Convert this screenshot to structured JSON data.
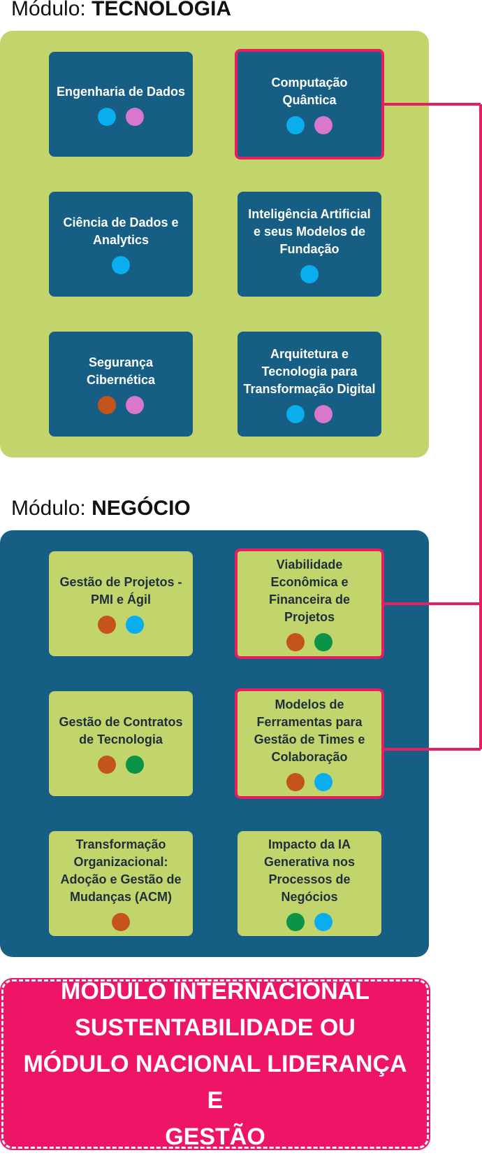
{
  "colors": {
    "tecnologia_panel": "#c2d56d",
    "negocio_panel": "#165e83",
    "highlight": "#e81e63",
    "international_box": "#ef1566",
    "dot_blue": "#0aaeef",
    "dot_pink": "#d977cc",
    "dot_orange": "#c4541a",
    "dot_green": "#0b9447"
  },
  "modules": [
    {
      "prefix": "Módulo: ",
      "name": "TECNOLOGIA",
      "courses": [
        {
          "label": "Engenharia de Dados",
          "dots": [
            "blue",
            "pink"
          ],
          "highlighted": false
        },
        {
          "label": "Computação Quântica",
          "dots": [
            "blue",
            "pink"
          ],
          "highlighted": true
        },
        {
          "label": "Ciência de Dados e Analytics",
          "dots": [
            "blue"
          ],
          "highlighted": false
        },
        {
          "label": "Inteligência Artificial e seus Modelos de Fundação",
          "dots": [
            "blue"
          ],
          "highlighted": false
        },
        {
          "label": "Segurança Cibernética",
          "dots": [
            "orange",
            "pink"
          ],
          "highlighted": false
        },
        {
          "label": "Arquitetura e Tecnologia para Transformação Digital",
          "dots": [
            "blue",
            "pink"
          ],
          "highlighted": false
        }
      ]
    },
    {
      "prefix": "Módulo: ",
      "name": "NEGÓCIO",
      "courses": [
        {
          "label": "Gestão de Projetos - PMI e Ágil",
          "dots": [
            "orange",
            "blue"
          ],
          "highlighted": false
        },
        {
          "label": "Viabilidade Econômica e Financeira de Projetos",
          "dots": [
            "orange",
            "green"
          ],
          "highlighted": true
        },
        {
          "label": "Gestão de Contratos de Tecnologia",
          "dots": [
            "orange",
            "green"
          ],
          "highlighted": false
        },
        {
          "label": "Modelos de Ferramentas para Gestão de Times e Colaboração",
          "dots": [
            "orange",
            "blue"
          ],
          "highlighted": true
        },
        {
          "label": "Transformação Organizacional: Adoção e Gestão de Mudanças (ACM)",
          "dots": [
            "orange"
          ],
          "highlighted": false
        },
        {
          "label": "Impacto da IA Generativa nos Processos de Negócios",
          "dots": [
            "green",
            "blue"
          ],
          "highlighted": false
        }
      ]
    }
  ],
  "international_box": {
    "lines": [
      "MÓDULO INTERNACIONAL",
      "SUSTENTABILIDADE OU",
      "MÓDULO NACIONAL LIDERANÇA E",
      "GESTÃO"
    ]
  }
}
